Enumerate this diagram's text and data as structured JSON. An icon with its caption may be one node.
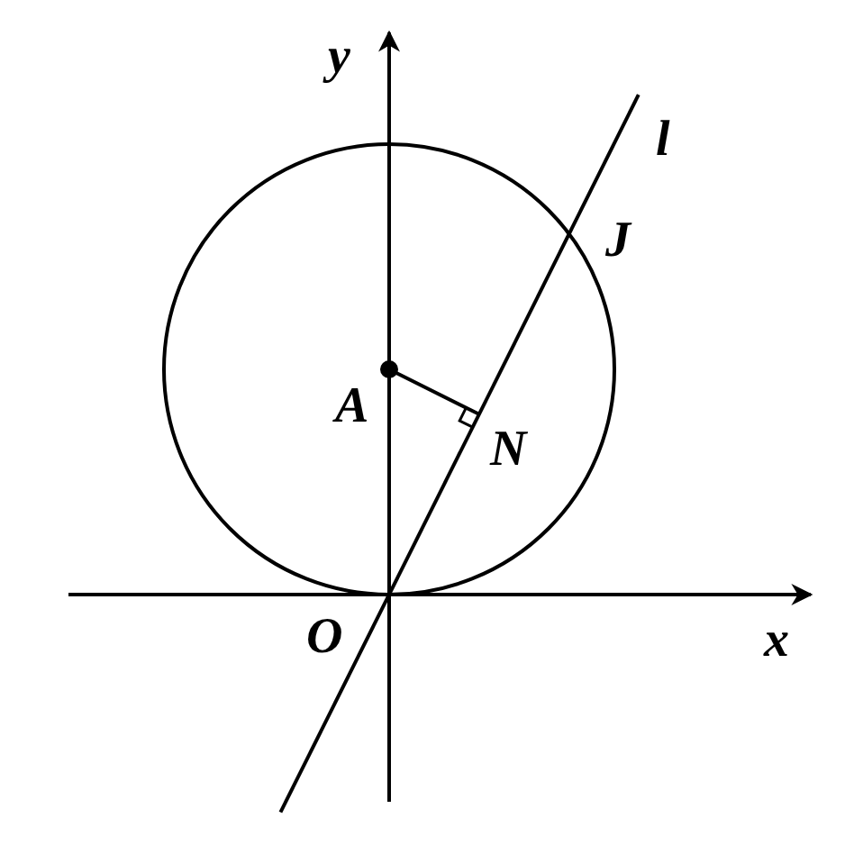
{
  "diagram": {
    "labels": [
      "y",
      "l",
      "J",
      "A",
      "N",
      "O",
      "x"
    ]
  }
}
